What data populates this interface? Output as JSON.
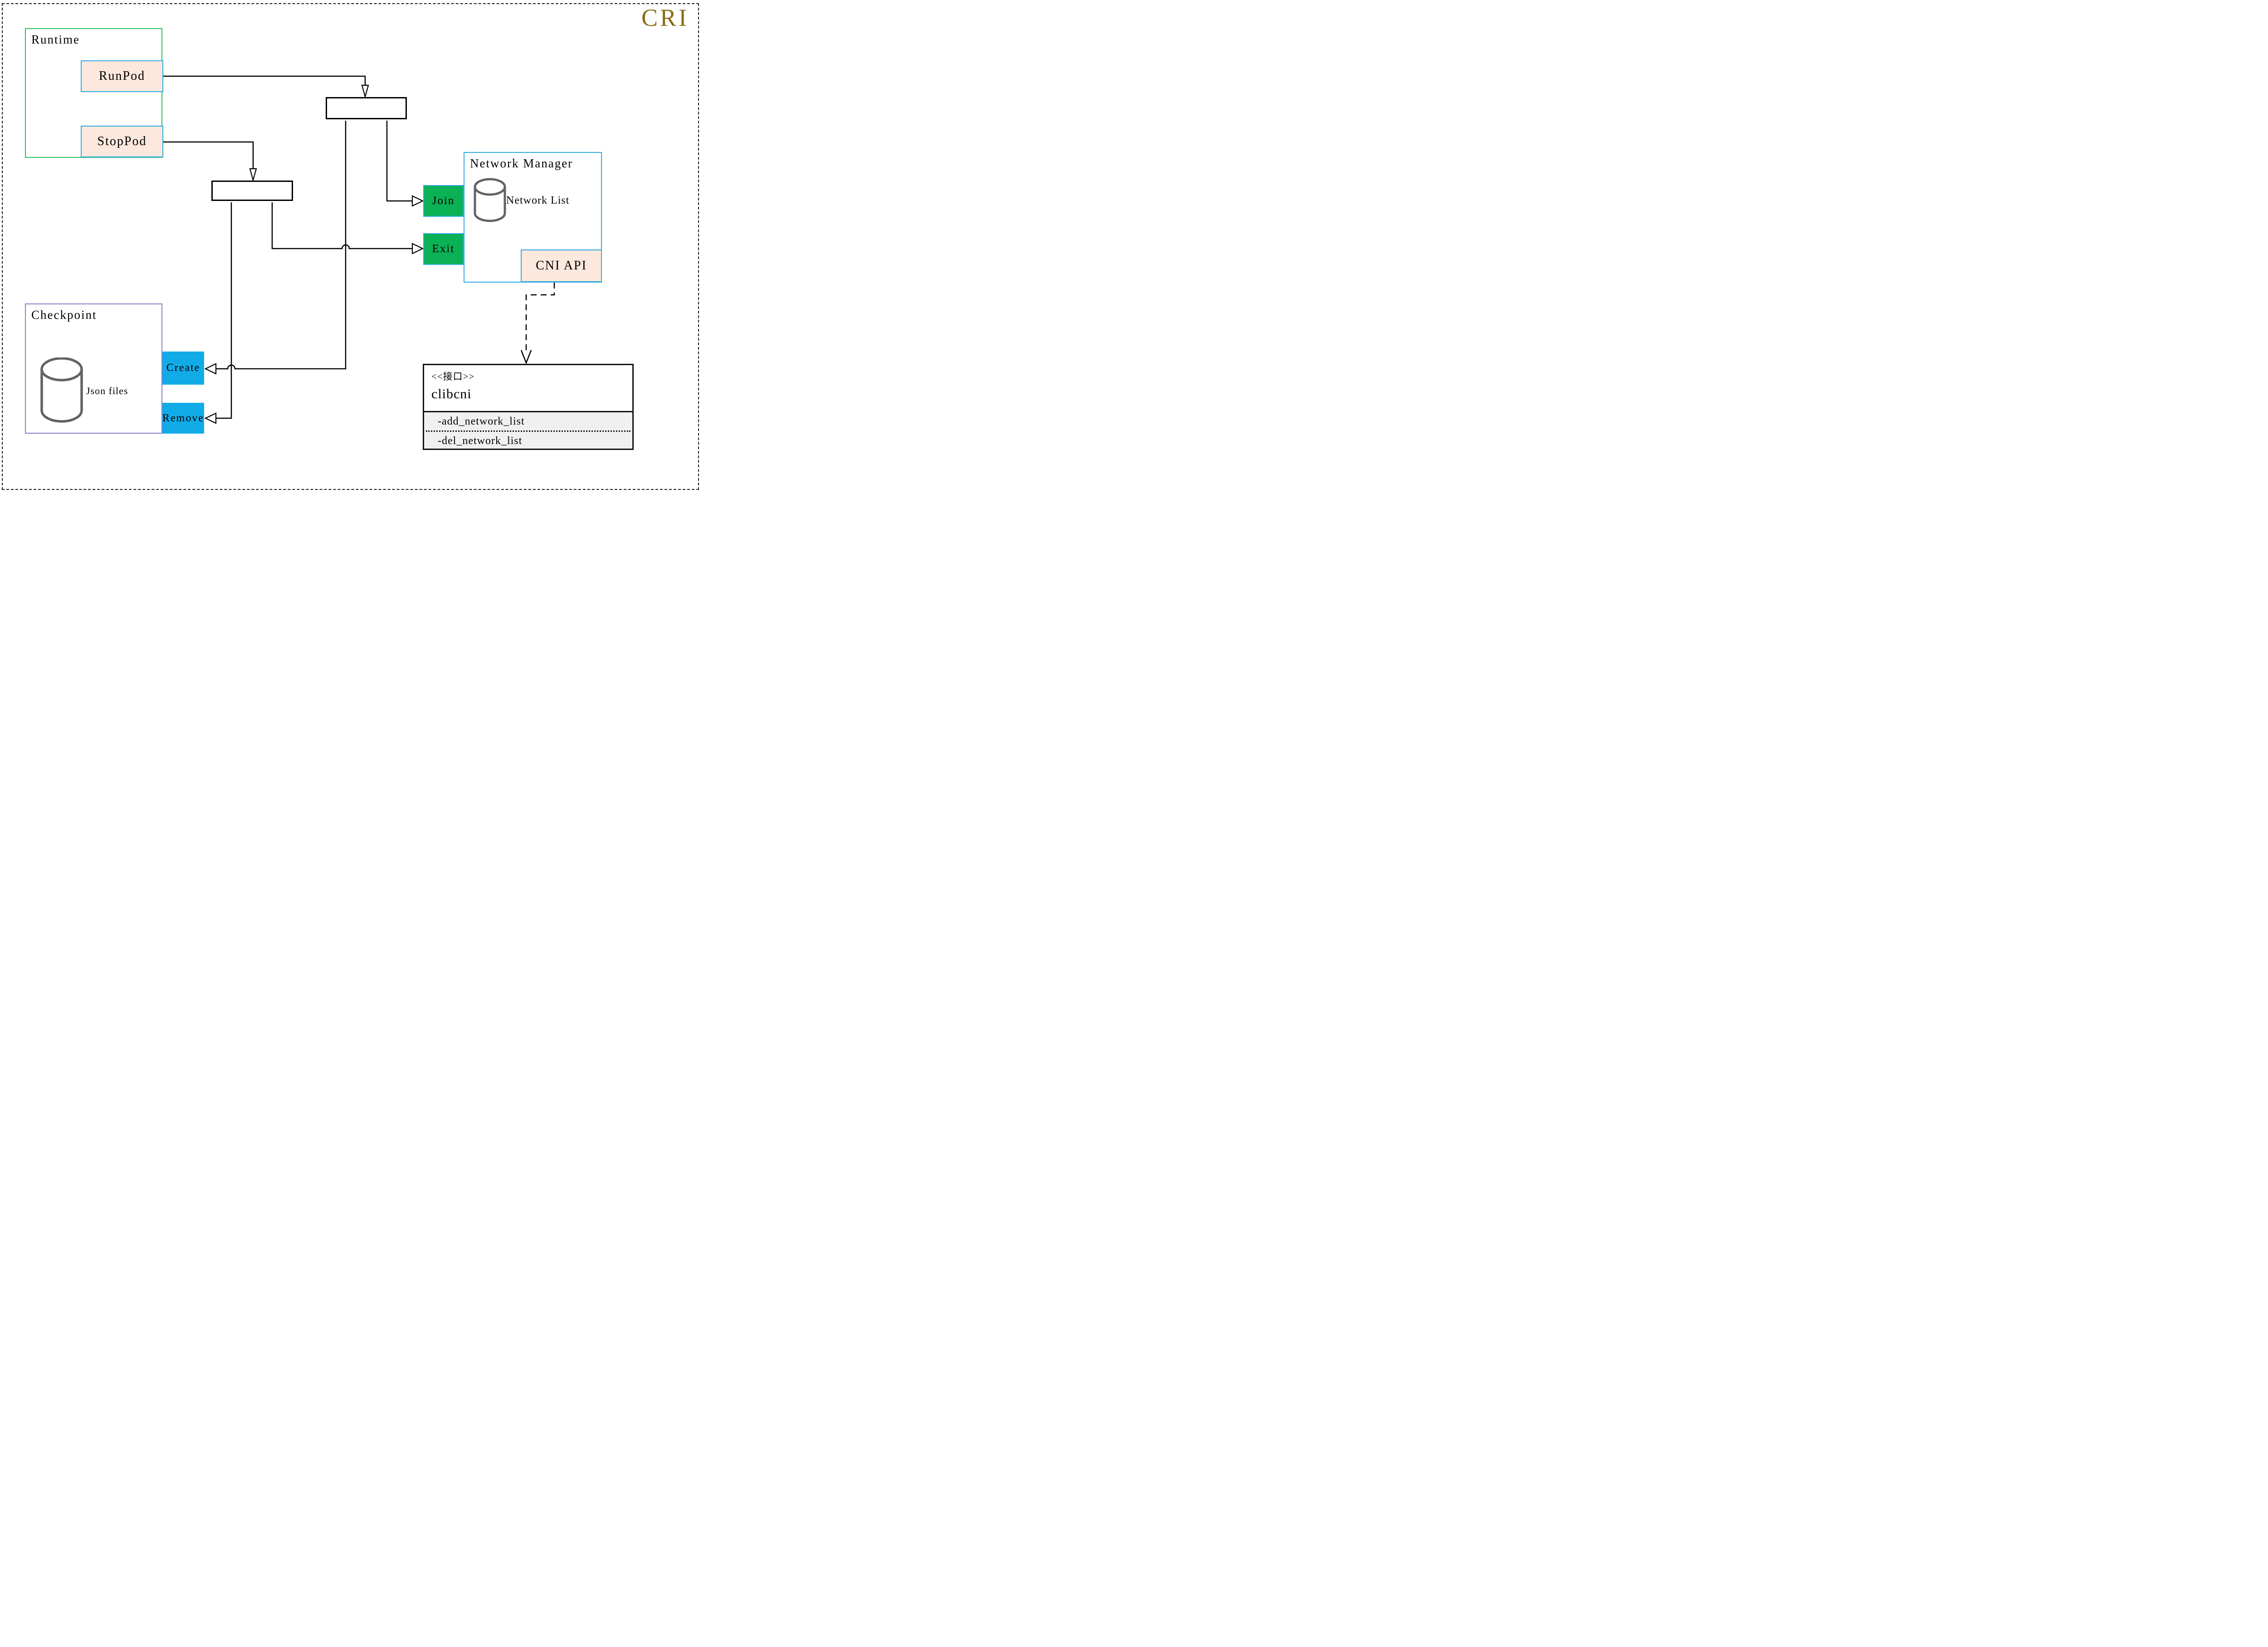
{
  "page": {
    "badge": "CRI"
  },
  "runtime": {
    "title": "Runtime",
    "buttons": [
      {
        "label": "RunPod"
      },
      {
        "label": "StopPod"
      }
    ]
  },
  "network_manager": {
    "title": "Network Manager",
    "datastore": "Network List",
    "buttons": [
      {
        "label": "Join"
      },
      {
        "label": "Exit"
      }
    ],
    "api": "CNI API"
  },
  "checkpoint": {
    "title": "Checkpoint",
    "datastore": "Json files",
    "buttons": [
      {
        "label": "Create"
      },
      {
        "label": "Remove"
      }
    ]
  },
  "interface": {
    "stereotype": "<<接口>>",
    "name": "clibcni",
    "methods": [
      {
        "name": "-add_network_list"
      },
      {
        "name": "-del_network_list"
      }
    ]
  },
  "colors": {
    "cri_gold": "#8a6d15",
    "runtime_border": "#22c05a",
    "checkpoint_border": "#8b7dc9",
    "blue_border": "#2eaae2",
    "peach_fill": "#fce8dc",
    "green_fill": "#0bb155",
    "cyan_fill": "#11ace8",
    "interface_gray": "#f0f0f0",
    "cylinder_stroke": "#636363",
    "line_color": "#000000"
  }
}
